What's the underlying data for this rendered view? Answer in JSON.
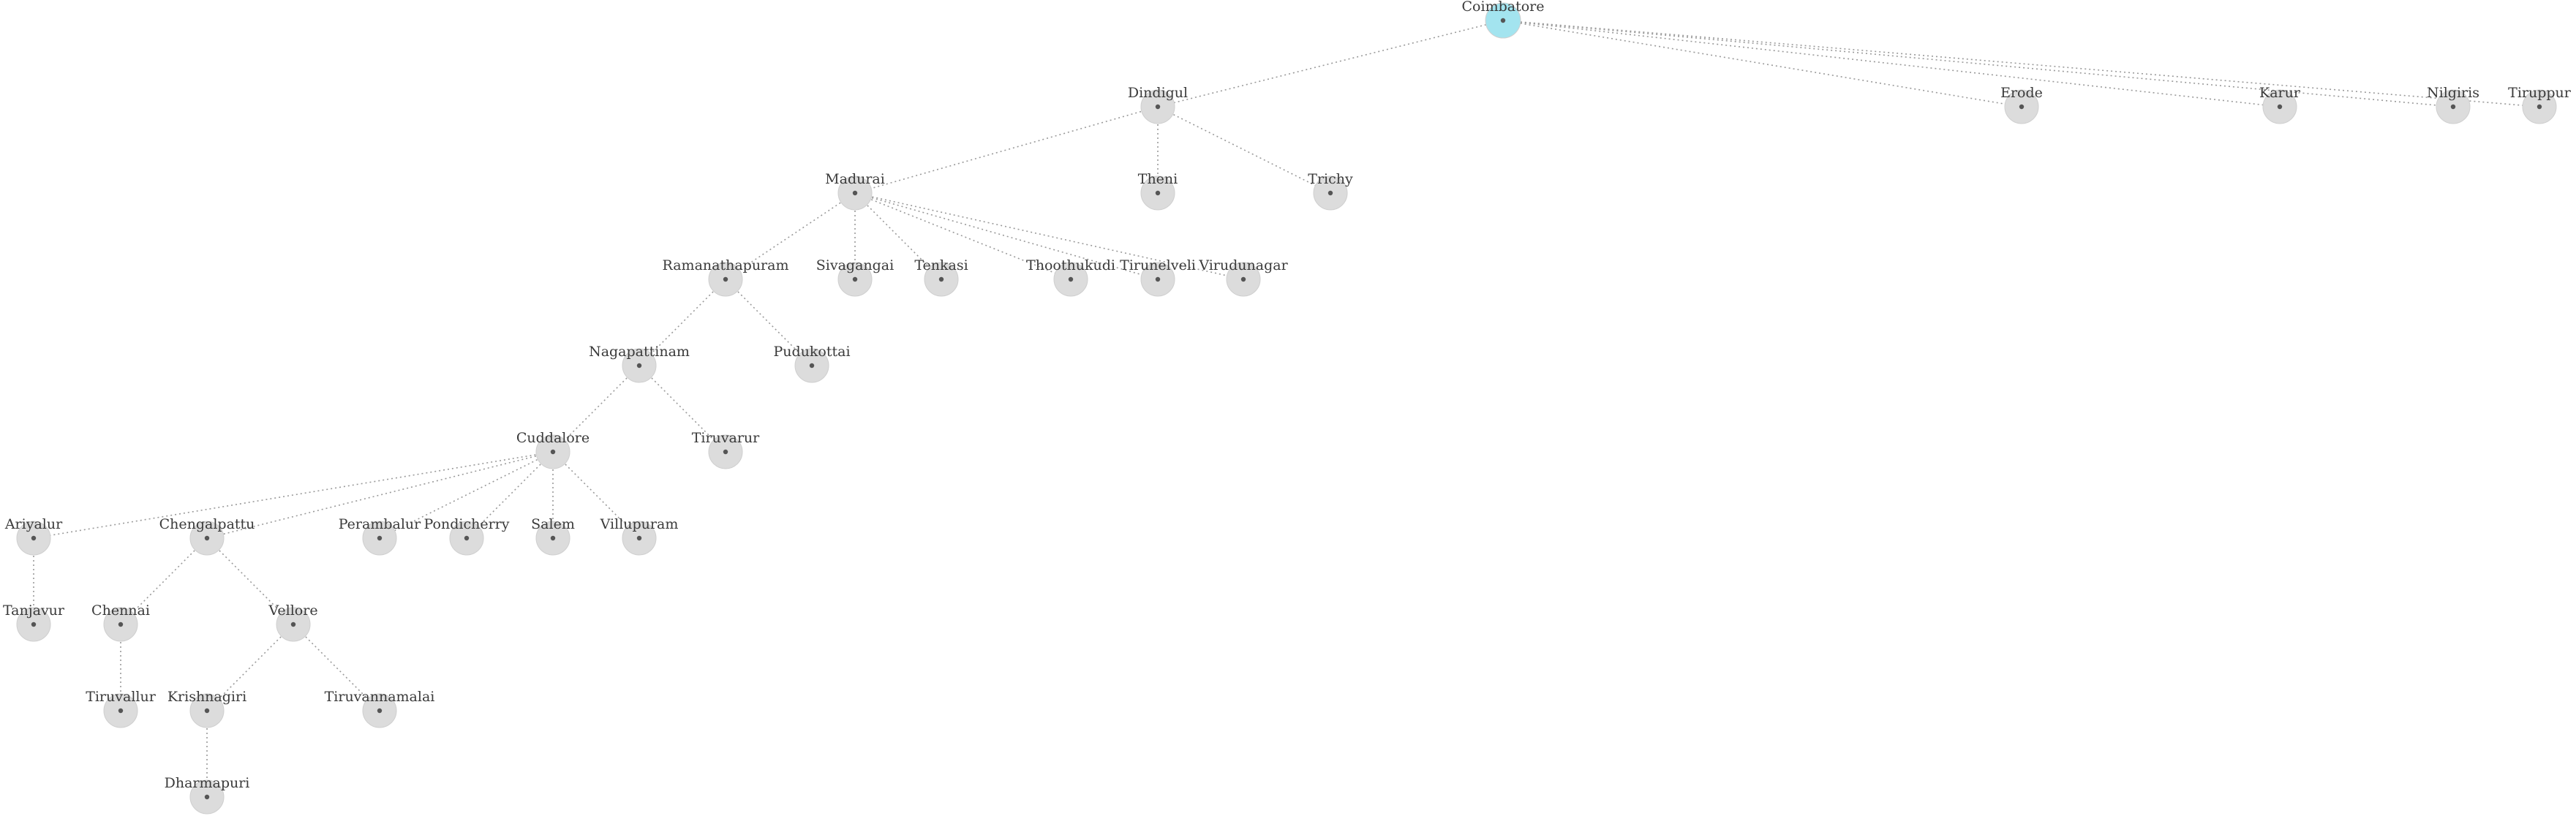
{
  "colors": {
    "node_fill": "#dcdcdc",
    "root_fill": "#a3e4ef",
    "edge": "#9a9a9a",
    "label": "#3a3a3a"
  },
  "tree": {
    "root": "Coimbatore",
    "nodes": [
      {
        "id": "coimbatore",
        "label": "Coimbatore",
        "parent": null,
        "highlight": true
      },
      {
        "id": "dindigul",
        "label": "Dindigul",
        "parent": "coimbatore"
      },
      {
        "id": "erode",
        "label": "Erode",
        "parent": "coimbatore"
      },
      {
        "id": "karur",
        "label": "Karur",
        "parent": "coimbatore"
      },
      {
        "id": "nilgiris",
        "label": "Nilgiris",
        "parent": "coimbatore"
      },
      {
        "id": "tiruppur",
        "label": "Tiruppur",
        "parent": "coimbatore"
      },
      {
        "id": "madurai",
        "label": "Madurai",
        "parent": "dindigul"
      },
      {
        "id": "theni",
        "label": "Theni",
        "parent": "dindigul"
      },
      {
        "id": "trichy",
        "label": "Trichy",
        "parent": "dindigul"
      },
      {
        "id": "ramanathapuram",
        "label": "Ramanathapuram",
        "parent": "madurai"
      },
      {
        "id": "sivagangai",
        "label": "Sivagangai",
        "parent": "madurai"
      },
      {
        "id": "tenkasi",
        "label": "Tenkasi",
        "parent": "madurai"
      },
      {
        "id": "thoothukudi",
        "label": "Thoothukudi",
        "parent": "madurai"
      },
      {
        "id": "tirunelveli",
        "label": "Tirunelveli",
        "parent": "madurai"
      },
      {
        "id": "virudunagar",
        "label": "Virudunagar",
        "parent": "madurai"
      },
      {
        "id": "nagapattinam",
        "label": "Nagapattinam",
        "parent": "ramanathapuram"
      },
      {
        "id": "pudukottai",
        "label": "Pudukottai",
        "parent": "ramanathapuram"
      },
      {
        "id": "cuddalore",
        "label": "Cuddalore",
        "parent": "nagapattinam"
      },
      {
        "id": "tiruvarur",
        "label": "Tiruvarur",
        "parent": "nagapattinam"
      },
      {
        "id": "ariyalur",
        "label": "Ariyalur",
        "parent": "cuddalore"
      },
      {
        "id": "chengalpattu",
        "label": "Chengalpattu",
        "parent": "cuddalore"
      },
      {
        "id": "perambalur",
        "label": "Perambalur",
        "parent": "cuddalore"
      },
      {
        "id": "pondicherry",
        "label": "Pondicherry",
        "parent": "cuddalore"
      },
      {
        "id": "salem",
        "label": "Salem",
        "parent": "cuddalore"
      },
      {
        "id": "villupuram",
        "label": "Villupuram",
        "parent": "cuddalore"
      },
      {
        "id": "tanjavur",
        "label": "Tanjavur",
        "parent": "ariyalur"
      },
      {
        "id": "chennai",
        "label": "Chennai",
        "parent": "chengalpattu"
      },
      {
        "id": "vellore",
        "label": "Vellore",
        "parent": "chengalpattu"
      },
      {
        "id": "tiruvallur",
        "label": "Tiruvallur",
        "parent": "chennai"
      },
      {
        "id": "krishnagiri",
        "label": "Krishnagiri",
        "parent": "vellore"
      },
      {
        "id": "tiruvannamalai",
        "label": "Tiruvannamalai",
        "parent": "vellore"
      },
      {
        "id": "dharmapuri",
        "label": "Dharmapuri",
        "parent": "krishnagiri"
      }
    ]
  }
}
